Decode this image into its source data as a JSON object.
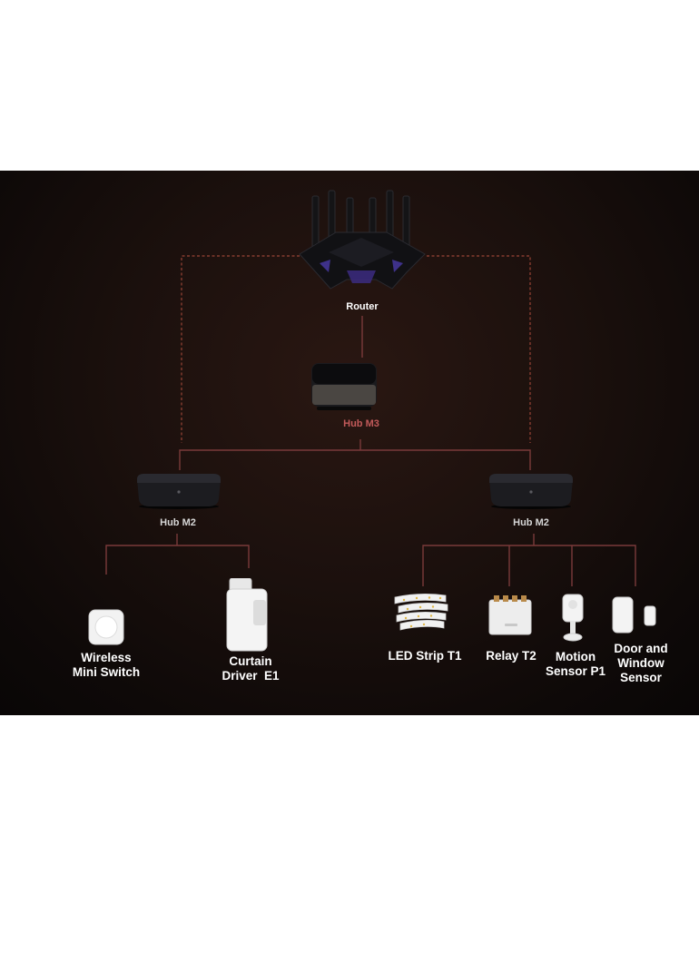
{
  "diagram": {
    "nodes": {
      "router": {
        "label": "Router"
      },
      "hub_m3": {
        "label": "Hub M3"
      },
      "hub_m2_left": {
        "label": "Hub M2"
      },
      "hub_m2_right": {
        "label": "Hub M2"
      }
    },
    "devices": [
      {
        "id": "wireless-mini-switch",
        "line1": "Wireless",
        "line2": "Mini Switch"
      },
      {
        "id": "curtain-driver-e1",
        "line1": "Curtain",
        "line2": "Driver  E1"
      },
      {
        "id": "led-strip-t1",
        "line1": "LED Strip T1"
      },
      {
        "id": "relay-t2",
        "line1": "Relay T2"
      },
      {
        "id": "motion-sensor-p1",
        "line1": "Motion",
        "line2": "Sensor P1"
      },
      {
        "id": "door-window-sensor",
        "line1": "Door and",
        "line2": "Window",
        "line3": "Sensor"
      }
    ],
    "colors": {
      "background": "#140c0a",
      "link_line": "#7a3a3a",
      "dashed_line": "#a0483a",
      "hub_m3_label": "#c25a5a",
      "hub_label": "#cfcfcf"
    }
  }
}
